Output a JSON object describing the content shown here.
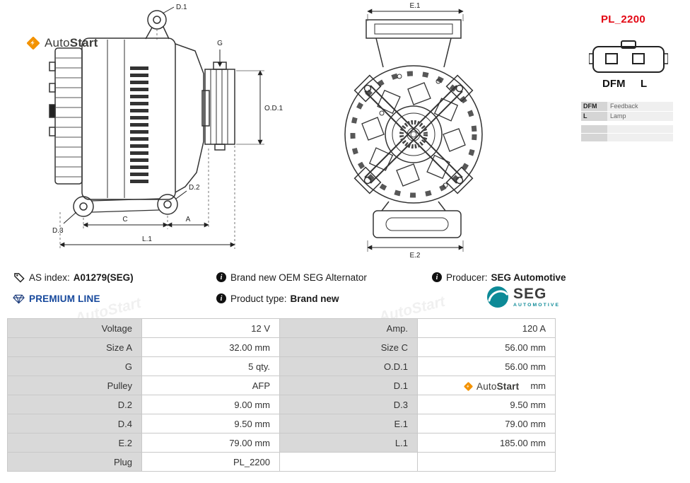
{
  "brand": {
    "name_part1": "Auto",
    "name_part2": "Start",
    "watermark": "AutoStart"
  },
  "plug": {
    "code": "PL_2200",
    "pin1": "DFM",
    "pin2": "L",
    "legend": [
      {
        "key": "DFM",
        "desc": "Feedback"
      },
      {
        "key": "L",
        "desc": "Lamp"
      },
      {
        "key": "",
        "desc": ""
      },
      {
        "key": "",
        "desc": ""
      }
    ]
  },
  "drawings": {
    "side_view_labels": {
      "d1": "D.1",
      "g": "G",
      "od1": "O.D.1",
      "d2": "D.2",
      "d3": "D.3",
      "c": "C",
      "a": "A",
      "l1": "L.1"
    },
    "front_view_labels": {
      "e1": "E.1",
      "e2": "E.2"
    }
  },
  "info": {
    "as_index_label": "AS index:",
    "as_index_value": "A01279(SEG)",
    "brand_new_text": "Brand new OEM SEG Alternator",
    "producer_label": "Producer:",
    "producer_value": "SEG Automotive",
    "premium_line": "PREMIUM LINE",
    "product_type_label": "Product type:",
    "product_type_value": "Brand new",
    "seg_logo_text": "SEG",
    "seg_logo_sub": "AUTOMOTIVE"
  },
  "spec_table": {
    "rows": [
      {
        "l1": "Voltage",
        "v1": "12 V",
        "l2": "Amp.",
        "v2": "120 A"
      },
      {
        "l1": "Size A",
        "v1": "32.00 mm",
        "l2": "Size C",
        "v2": "56.00 mm"
      },
      {
        "l1": "G",
        "v1": "5 qty.",
        "l2": "O.D.1",
        "v2": "56.00 mm"
      },
      {
        "l1": "Pulley",
        "v1": "AFP",
        "l2": "D.1",
        "v2": "mm"
      },
      {
        "l1": "D.2",
        "v1": "9.00 mm",
        "l2": "D.3",
        "v2": "9.50 mm"
      },
      {
        "l1": "D.4",
        "v1": "9.50 mm",
        "l2": "E.1",
        "v2": "79.00 mm"
      },
      {
        "l1": "E.2",
        "v1": "79.00 mm",
        "l2": "L.1",
        "v2": "185.00 mm"
      },
      {
        "l1": "Plug",
        "v1": "PL_2200",
        "l2": "",
        "v2": ""
      }
    ]
  },
  "colors": {
    "accent_red": "#e30613",
    "premium_blue": "#16489c",
    "brand_orange": "#f39200",
    "seg_teal": "#0d8a97",
    "label_cell": "#d9d9d9"
  }
}
